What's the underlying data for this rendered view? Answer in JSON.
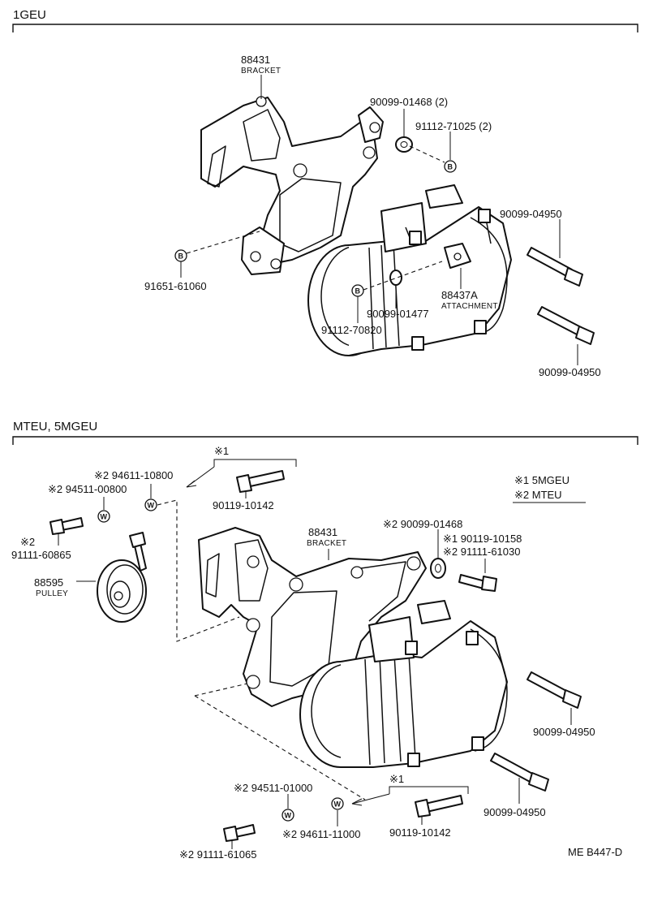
{
  "sections": [
    {
      "title": "1GEU",
      "labels": {
        "p88431": "88431",
        "bracket": "BRACKET",
        "p90099_01468": "90099-01468 (2)",
        "p91112_71025": "91112-71025 (2)",
        "p90099_04950_a": "90099-04950",
        "p91651_61060": "91651-61060",
        "p88437A": "88437A",
        "attachment": "ATTACHMENT",
        "p90099_01477": "90099-01477",
        "p91112_70820": "91112-70820",
        "p90099_04950_b": "90099-04950"
      }
    },
    {
      "title": "MTEU, 5MGEU",
      "labels": {
        "note1_top": "※1",
        "p94611_10800": "※2 94611-10800",
        "p94511_00800": "※2 94511-00800",
        "p90119_10142_a": "90119-10142",
        "legend1": "※1  5MGEU",
        "legend2": "※2  MTEU",
        "m2": "※2",
        "p91111_60865": "91111-60865",
        "p88595": "88595",
        "pulley": "PULLEY",
        "p88431": "88431",
        "bracket": "BRACKET",
        "p90099_01468": "※2 90099-01468",
        "p90119_10158": "※1 90119-10158",
        "p91111_61030": "※2 91111-61030",
        "p90099_04950_a": "90099-04950",
        "p90099_04950_b": "90099-04950",
        "note1_bottom": "※1",
        "p94511_01000": "※2  94511-01000",
        "p94611_11000": "※2  94611-11000",
        "p90119_10142_b": "90119-10142",
        "p91111_61065": "※2  91111-61065"
      }
    }
  ],
  "figure_code": "ME  B447-D",
  "washer_markers": {
    "b": "B",
    "w": "W"
  }
}
